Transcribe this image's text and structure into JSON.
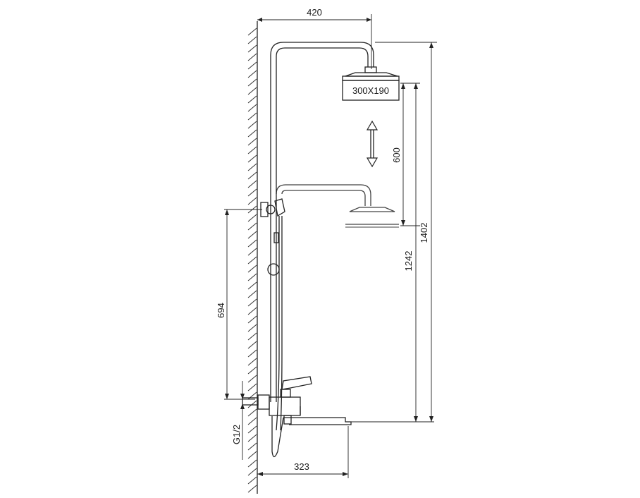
{
  "dimensions": {
    "top_width": "420",
    "showerhead_size": "300X190",
    "adjust_range": "600",
    "overall_height_1242": "1242",
    "overall_height_total": "1402",
    "mixer_height": "694",
    "inlet_thread": "G1/2",
    "spout_reach": "323"
  },
  "colors": {
    "line": "#222222",
    "background": "#ffffff"
  },
  "icons": {
    "adjust_arrow": "double-vertical-arrow"
  }
}
